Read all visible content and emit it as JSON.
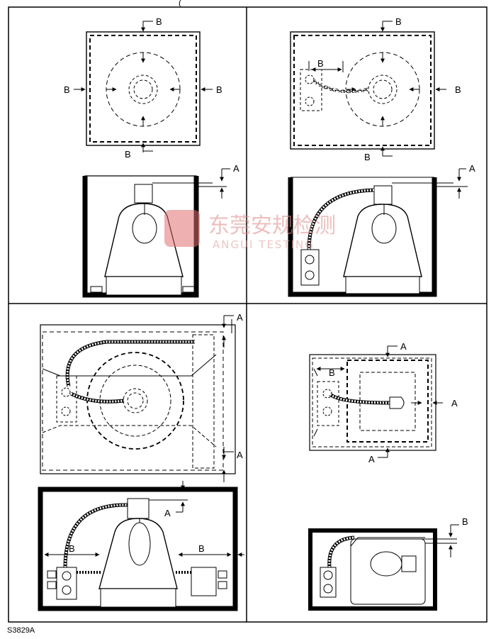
{
  "top_caption": "(",
  "figure_id": "S3829A",
  "labels": {
    "a": "A",
    "b": "B"
  },
  "watermark": {
    "cn": "东莞安规检测",
    "en": "ANGUI TESTING"
  },
  "colors": {
    "ink": "#000000",
    "watermark": "#e07070"
  }
}
